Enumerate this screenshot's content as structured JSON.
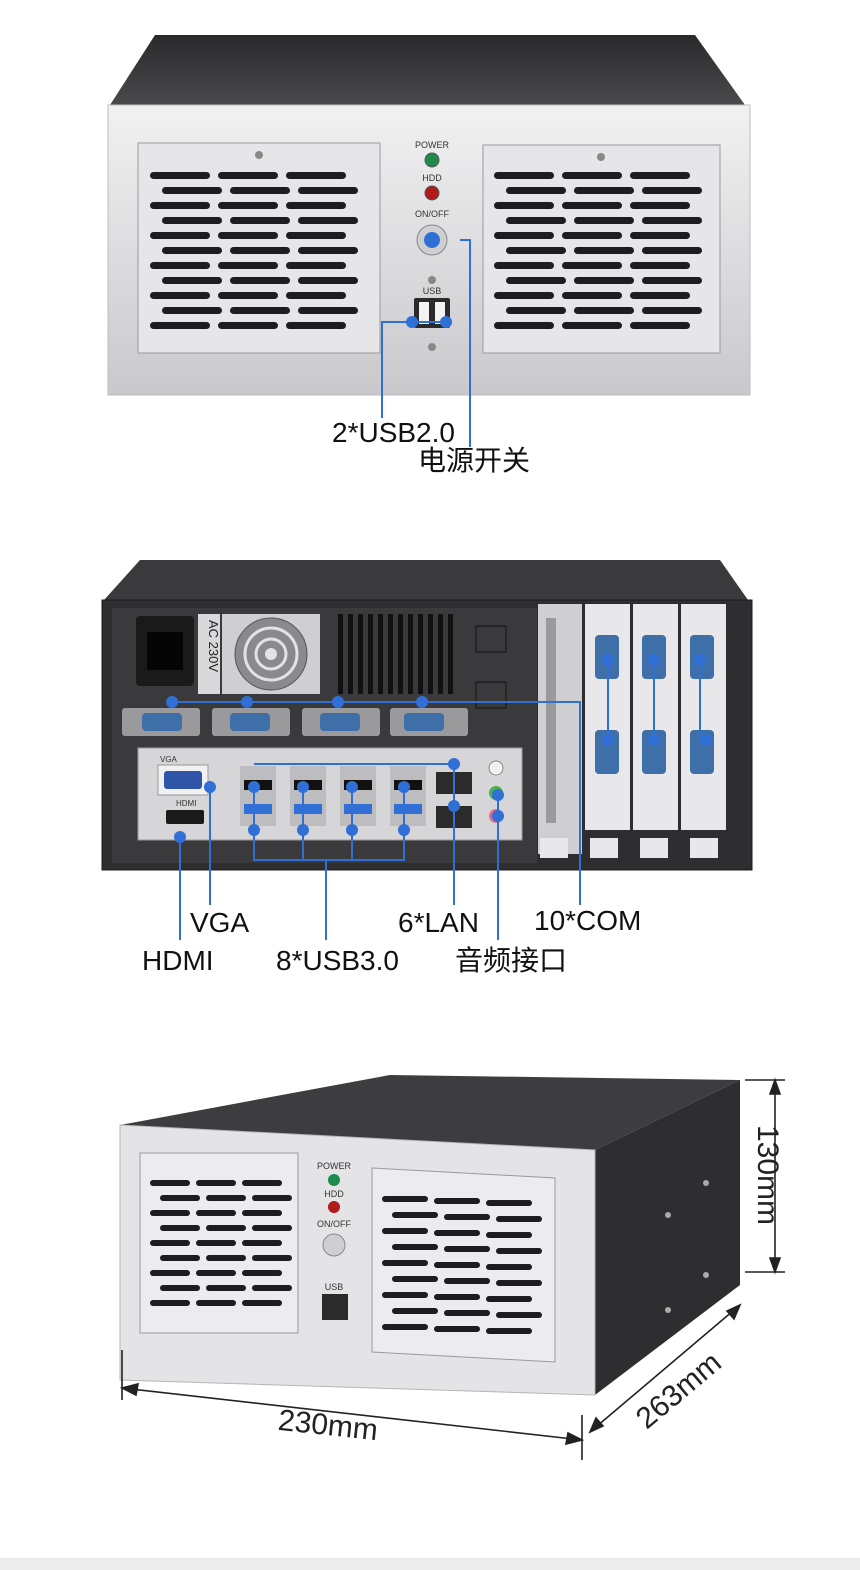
{
  "front_view": {
    "panel_labels": {
      "power": "POWER",
      "hdd": "HDD",
      "onoff": "ON/OFF",
      "usb": "USB"
    },
    "callouts": {
      "usb": "2*USB2.0",
      "power_switch": "电源开关"
    }
  },
  "rear_view": {
    "psu_label": "AC 230V",
    "port_labels": {
      "vga": "VGA",
      "hdmi": "HDMI"
    },
    "callouts": {
      "vga": "VGA",
      "hdmi": "HDMI",
      "usb": "8*USB3.0",
      "lan": "6*LAN",
      "audio": "音频接口",
      "com": "10*COM"
    }
  },
  "iso_view": {
    "panel_labels": {
      "power": "POWER",
      "hdd": "HDD",
      "onoff": "ON/OFF",
      "usb": "USB"
    },
    "dimensions": {
      "width": "230mm",
      "height": "130mm",
      "depth": "263mm"
    }
  },
  "colors": {
    "accent": "#2f6fd6",
    "chassis_dark": "#3a3a3c",
    "panel_silver": "#d9d9db",
    "power_led": "#1f8a4c",
    "hdd_led": "#b01a1a"
  }
}
